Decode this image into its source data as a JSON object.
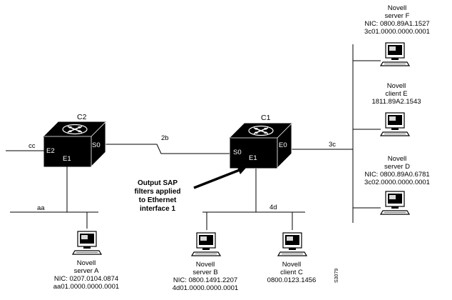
{
  "routers": {
    "c2": {
      "name": "C2",
      "if_e2": "E2",
      "if_e1": "E1",
      "if_s0": "S0"
    },
    "c1": {
      "name": "C1",
      "if_s0": "S0",
      "if_e1": "E1",
      "if_e0": "E0"
    }
  },
  "networks": {
    "cc": "cc",
    "aa": "aa",
    "serial": "2b",
    "n3c": "3c",
    "n4d": "4d"
  },
  "annotation": [
    "Output SAP",
    "filters applied",
    "to Ethernet",
    "interface 1"
  ],
  "figure_id": "S3079",
  "hosts": {
    "server_a": [
      "Novell",
      "server A",
      "NIC: 0207.0104.0874",
      "aa01.0000.0000.0001"
    ],
    "server_b": [
      "Novell",
      "server B",
      "NIC: 0800.1491.2207",
      "4d01.0000.0000.0001"
    ],
    "client_c": [
      "Novell",
      "client C",
      "0800.0123.1456"
    ],
    "server_d": [
      "Novell",
      "server D",
      "NIC: 0800.89A0.6781",
      "3c02.0000.0000.0001"
    ],
    "client_e": [
      "Novell",
      "client E",
      "1811.89A2.1543"
    ],
    "server_f": [
      "Novell",
      "server F",
      "NIC: 0800.89A1.1527",
      "3c01.0000.0000.0001"
    ]
  }
}
